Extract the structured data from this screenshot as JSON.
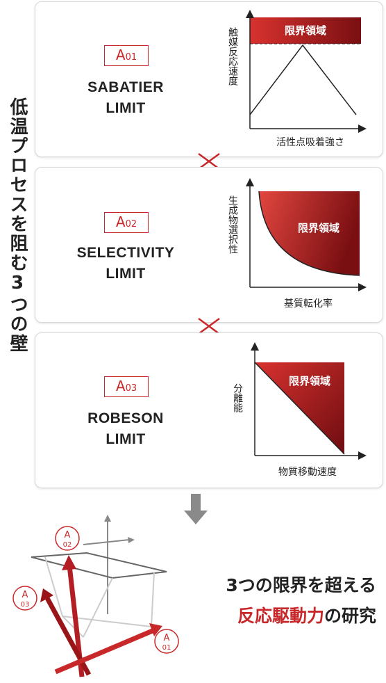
{
  "side_title": "低温プロセスを阻む3つの壁",
  "cards": [
    {
      "badge_main": "A",
      "badge_sub": "01",
      "name_line1": "SABATIER",
      "name_line2": "LIMIT",
      "y_axis": "触媒反応速度",
      "x_axis": "活性点吸着強さ",
      "region": "限界領域",
      "curve": "volcano"
    },
    {
      "badge_main": "A",
      "badge_sub": "02",
      "name_line1": "SELECTIVITY",
      "name_line2": "LIMIT",
      "y_axis": "生成物選択性",
      "x_axis": "基質転化率",
      "region": "限界領域",
      "curve": "concave-decay"
    },
    {
      "badge_main": "A",
      "badge_sub": "03",
      "name_line1": "ROBESON",
      "name_line2": "LIMIT",
      "y_axis": "分離能",
      "x_axis": "物質移動速度",
      "region": "限界領域",
      "curve": "linear-decline"
    }
  ],
  "connector_icon": "x-mark",
  "arrow_icon": "down-arrow",
  "diagram_labels": [
    {
      "main": "A",
      "sub": "02"
    },
    {
      "main": "A",
      "sub": "03"
    },
    {
      "main": "A",
      "sub": "01"
    }
  ],
  "summary_line1": "3つの限界を超える",
  "summary_line2_red": "反応駆動力",
  "summary_line2_rest": "の研究",
  "colors": {
    "accent": "#c8282a",
    "dark_red": "#7a0f12",
    "border": "#d8d8d8",
    "axis": "#222222",
    "gray_arrow": "#8a8a8a"
  }
}
